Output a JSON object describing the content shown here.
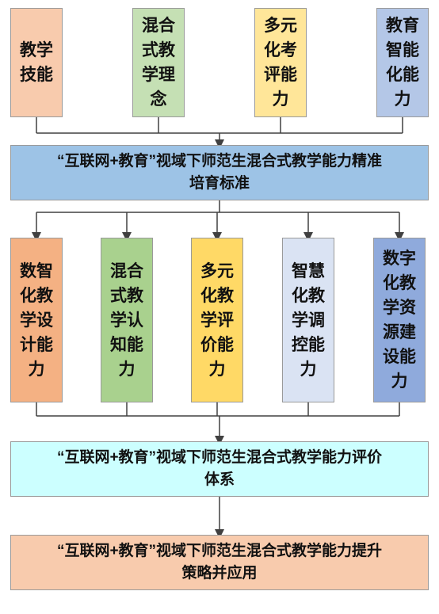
{
  "colors": {
    "peach": "#f8cbad",
    "green": "#c5e0b4",
    "yellow": "#ffe699",
    "lavender": "#b4c7e7",
    "blue_band": "#9dc3e6",
    "orange": "#f4b183",
    "green2": "#a9d18e",
    "gold": "#ffd966",
    "pale": "#dae3f3",
    "navy": "#8faadc",
    "cyan_band": "#ccffff",
    "tan_band": "#f8cbad",
    "line": "#404040"
  },
  "top_boxes": [
    {
      "rows": [
        "教学",
        "技能"
      ]
    },
    {
      "rows": [
        "混合",
        "式教",
        "学理",
        "念"
      ]
    },
    {
      "rows": [
        "多元",
        "化考",
        "评能",
        "力"
      ]
    },
    {
      "rows": [
        "教育",
        "智能",
        "化能",
        "力"
      ]
    }
  ],
  "band1": {
    "rows": [
      "“互联网+教育”视域下师范生混合式教学能力精准",
      "培育标准"
    ]
  },
  "mid_boxes": [
    {
      "rows": [
        "数智",
        "化教",
        "学设",
        "计能",
        "力"
      ]
    },
    {
      "rows": [
        "混合",
        "式教",
        "学认",
        "知能",
        "力"
      ]
    },
    {
      "rows": [
        "多元",
        "化教",
        "学评",
        "价能",
        "力"
      ]
    },
    {
      "rows": [
        "智慧",
        "化教",
        "学调",
        "控能",
        "力"
      ]
    },
    {
      "rows": [
        "数字",
        "化教",
        "学资",
        "源建",
        "设能",
        "力"
      ]
    }
  ],
  "band2": {
    "rows": [
      "“互联网+教育”视域下师范生混合式教学能力评价",
      "体系"
    ]
  },
  "band3": {
    "rows": [
      "“互联网+教育”视域下师范生混合式教学能力提升",
      "策略并应用"
    ]
  }
}
